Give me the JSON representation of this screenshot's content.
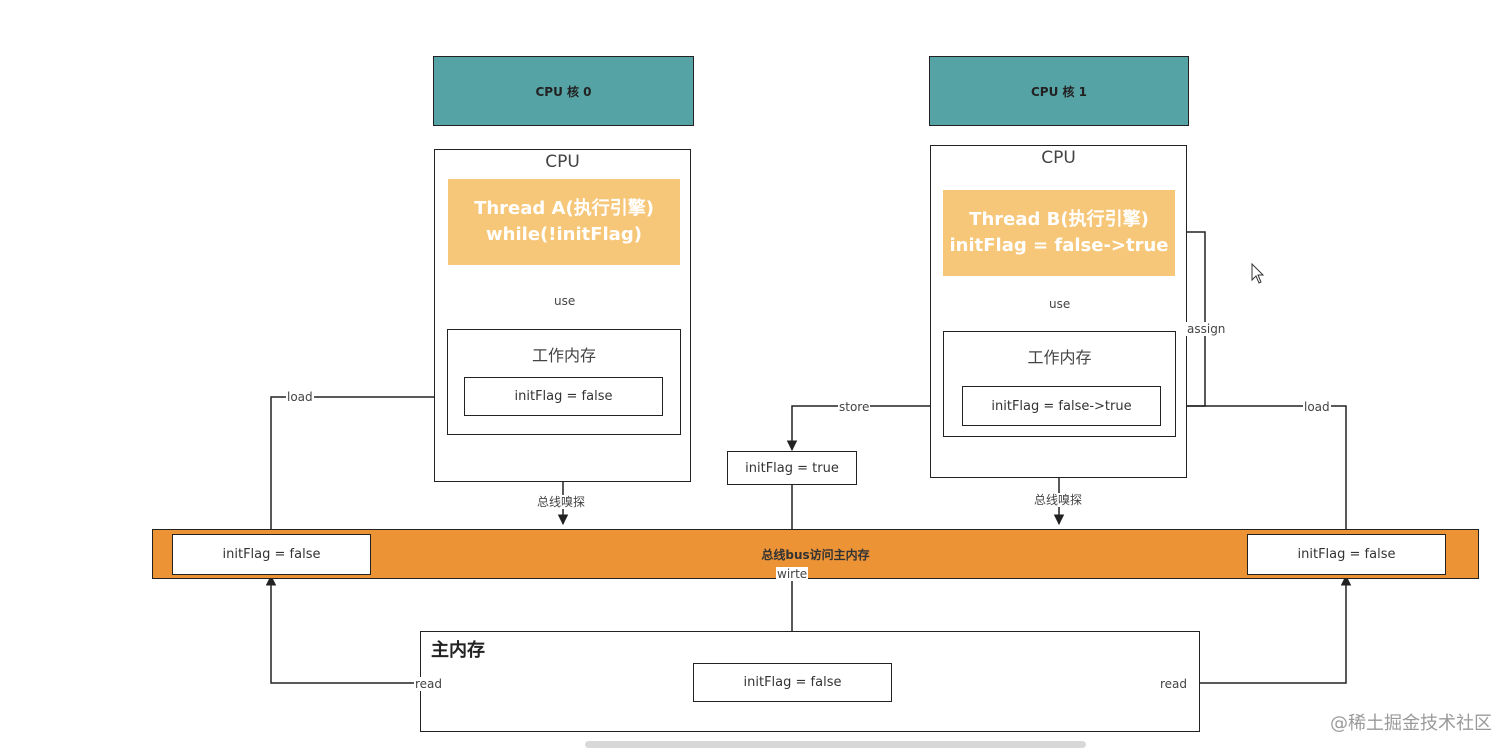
{
  "cores": [
    {
      "label": "CPU 核 0"
    },
    {
      "label": "CPU 核 1"
    }
  ],
  "cpus": [
    {
      "title": "CPU",
      "thread_line1": "Thread A(执行引擎)",
      "thread_line2": "while(!initFlag)",
      "use_label": "use",
      "working_memory_title": "工作内存",
      "var": "initFlag = false",
      "snoop_label": "总线嗅探"
    },
    {
      "title": "CPU",
      "thread_line1": "Thread B(执行引擎)",
      "thread_line2": "initFlag = false->true",
      "use_label": "use",
      "working_memory_title": "工作内存",
      "var": "initFlag = false->true",
      "snoop_label": "总线嗅探"
    }
  ],
  "labels": {
    "load_left": "load",
    "load_right": "load",
    "store": "store",
    "assign": "assign",
    "write": "wirte",
    "read_left": "read",
    "read_right": "read"
  },
  "store_box": "initFlag = true",
  "bus": {
    "label": "总线bus访问主内存",
    "left_var": "initFlag = false",
    "right_var": "initFlag = false"
  },
  "main_memory": {
    "title": "主内存",
    "var": "initFlag = false"
  },
  "watermark": "@稀土掘金技术社区",
  "colors": {
    "core": "#56a3a6",
    "thread": "#f7c779",
    "bus": "#ec9336"
  }
}
